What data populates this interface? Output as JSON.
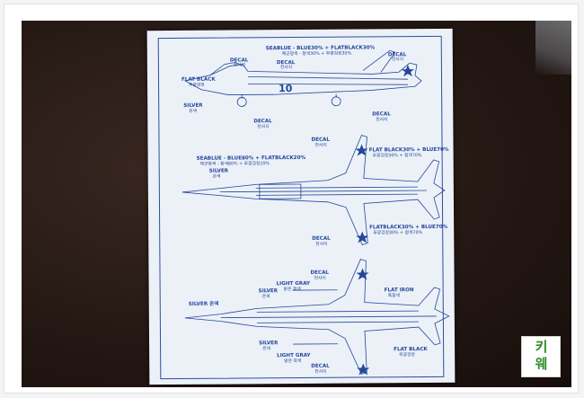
{
  "drawing": {
    "side_view": {
      "top_line": "SEABLUE - BLUE30% + FLATBLACK30%",
      "top_sub": "해군청색 - 청색30% + 무광검정30%",
      "decal_left": "DECAL",
      "decal_left_sub": "전사지",
      "decal_mid": "DECAL",
      "decal_mid_sub": "전사지",
      "decal_right": "DECAL",
      "decal_right_sub": "전사지",
      "flat_black": "FLAT BLACK",
      "flat_black_sub": "무광검정",
      "silver": "SILVER",
      "silver_sub": "은색",
      "decal_bottom": "DECAL",
      "decal_bottom_sub": "전사지",
      "decal_tail": "DECAL",
      "decal_tail_sub": "전사지",
      "side_number": "10"
    },
    "top_view": {
      "decal_top": "DECAL",
      "decal_top_sub": "전사지",
      "seablue": "SEABLUE - BLUE80% + FLATBLACK20%",
      "seablue_sub": "해군청색 - 청색80% + 무광검정20%",
      "silver": "SILVER",
      "silver_sub": "은색",
      "flat_black_blue": "FLAT BLACK30% + BLUE70%",
      "flat_black_blue_sub": "무광검정30% + 청색70%",
      "flat_black_blue2": "FLATBLACK30% + BLUE70%",
      "flat_black_blue2_sub": "무광검정30% + 청색70%",
      "decal_bottom": "DECAL",
      "decal_bottom_sub": "전사지"
    },
    "bottom_view": {
      "decal_top": "DECAL",
      "decal_top_sub": "전사지",
      "light_gray": "LIGHT GRAY",
      "light_gray_sub": "밝은 회색",
      "silver_a": "SILVER",
      "silver_a_sub": "은색",
      "silver_left": "SILVER 은색",
      "flat_iron": "FLAT IRON",
      "flat_iron_sub": "흑철색",
      "silver_b": "SILVER",
      "silver_b_sub": "은색",
      "light_gray2": "LIGHT GRAY",
      "light_gray2_sub": "밝은 회색",
      "flat_black": "FLAT BLACK",
      "flat_black_sub": "무광검정",
      "decal_bottom": "DECAL",
      "decal_bottom_sub": "전사지"
    }
  },
  "watermark": {
    "text_line1": "키",
    "text_line2": "웨"
  },
  "colors": {
    "ink": "#24479a",
    "paper": "#ecf1f8",
    "table": "#2a1c18",
    "watermark": "#2f8a28"
  }
}
